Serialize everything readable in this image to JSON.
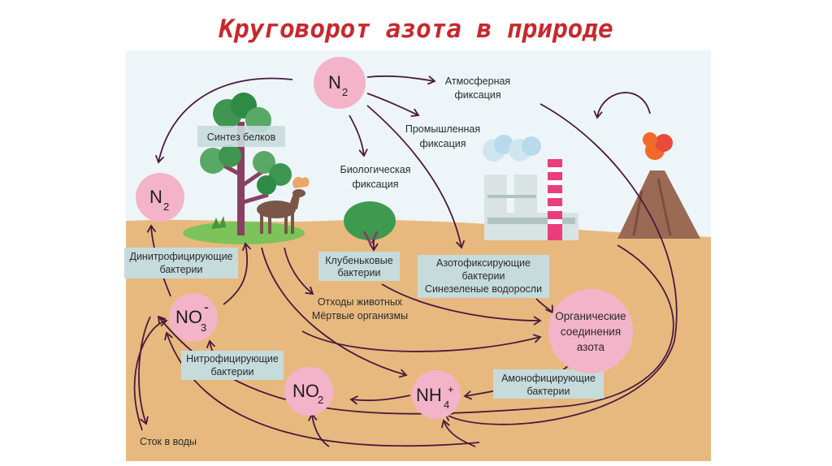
{
  "title": "Круговорот азота в природе",
  "nodes": {
    "n2_top": {
      "main": "N",
      "sub": "2"
    },
    "n2_left": {
      "main": "N",
      "sub": "2"
    },
    "no3": {
      "main": "NO",
      "sub": "3",
      "sup": "-"
    },
    "no2": {
      "main": "NO",
      "sub": "2"
    },
    "nh4": {
      "main": "NH",
      "sub": "4",
      "sup": "+"
    },
    "organic": [
      "Органические",
      "соединения",
      "азота"
    ]
  },
  "labels": {
    "atmospheric": [
      "Атмосферная",
      "фиксация"
    ],
    "industrial": [
      "Промышленная",
      "фиксация"
    ],
    "biological": [
      "Биологическая",
      "фиксация"
    ],
    "waste": [
      "Отходы животных",
      "Мёртвые организмы"
    ],
    "runoff": "Сток в воды"
  },
  "boxes": {
    "protein": "Синтез белков",
    "denitrifying": [
      "Динитрофицирующие",
      "бактерии"
    ],
    "nodule": [
      "Клубеньковые",
      "бактерии"
    ],
    "nitrogen_fixing": [
      "Азотофиксирующие",
      "бактерии",
      "Синезеленые водоросли"
    ],
    "nitrifying": [
      "Нитрофицирующие",
      "бактерии"
    ],
    "ammonifying": [
      "Амонофицирующие",
      "бактерии"
    ]
  },
  "colors": {
    "title": "#c8282d",
    "node": "#f3b3c8",
    "box": "#c6dbdb",
    "soil": "#e8b97f",
    "sky": "#eef5f8",
    "arrow": "#4a1a3f"
  }
}
